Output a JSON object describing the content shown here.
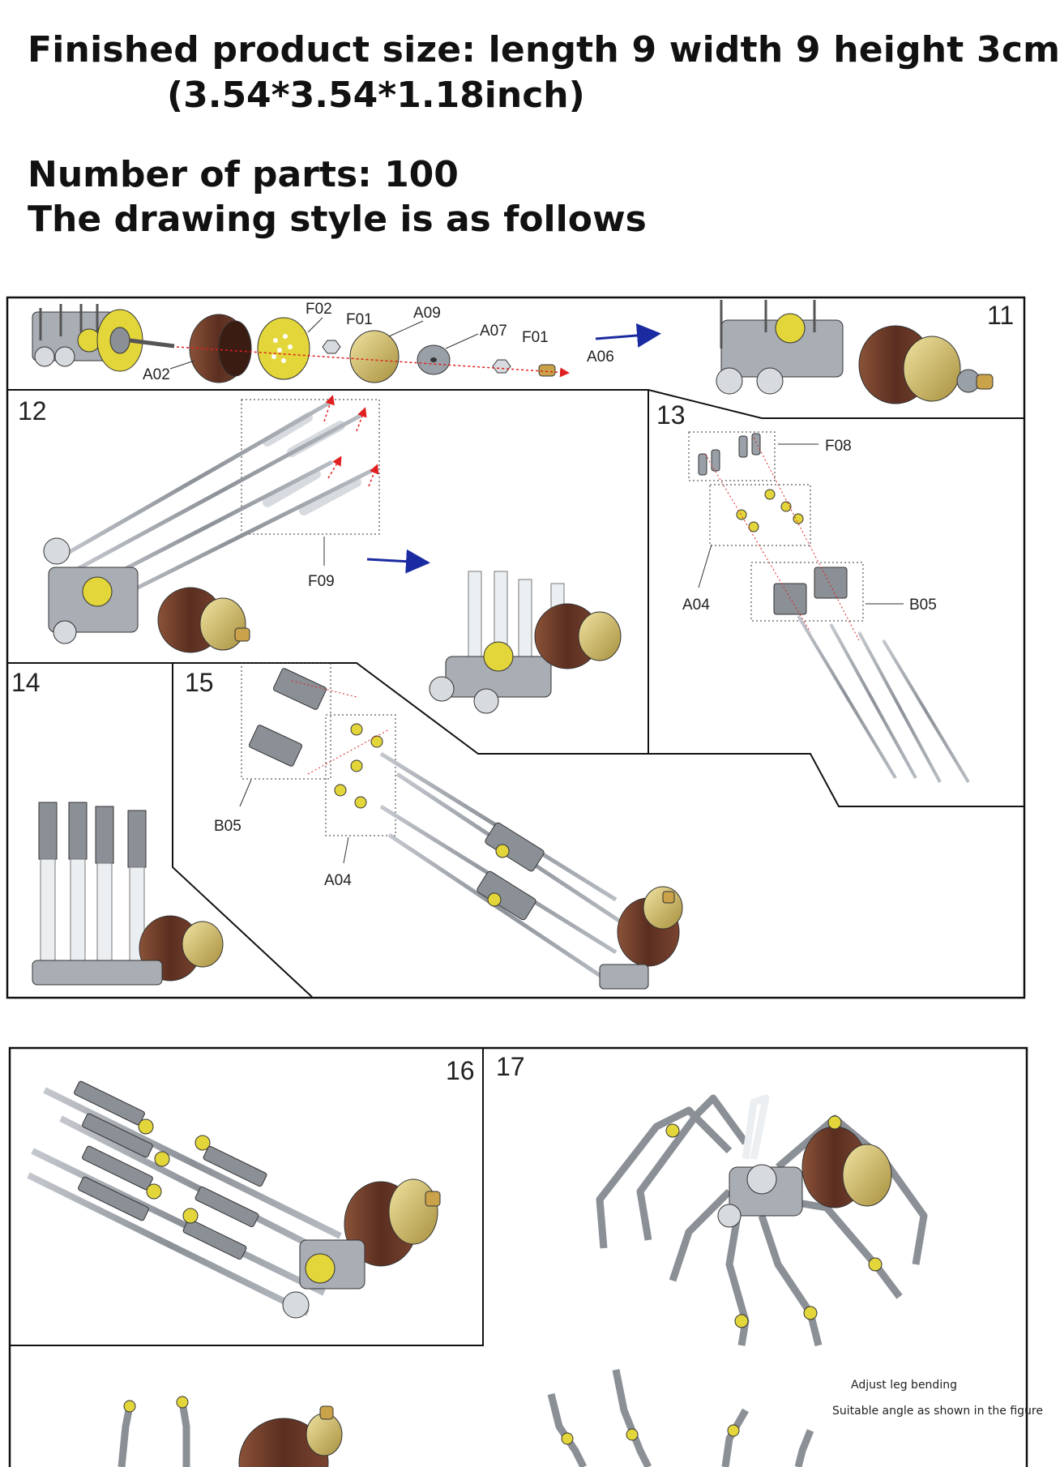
{
  "header": {
    "line1": "Finished product size: length 9 width 9 height 3cm",
    "line2": "(3.54*3.54*1.18inch)",
    "line3": "Number of parts:  100",
    "line4": "The drawing style is as follows"
  },
  "steps": {
    "s11": "11",
    "s12": "12",
    "s13": "13",
    "s14": "14",
    "s15": "15",
    "s16": "16",
    "s17": "17"
  },
  "parts": {
    "f02": "F02",
    "f01": "F01",
    "a09": "A09",
    "a07": "A07",
    "f01b": "F01",
    "a06": "A06",
    "a02": "A02",
    "f09": "F09",
    "f08": "F08",
    "a04": "A04",
    "b05": "B05",
    "b05b": "B05",
    "a04b": "A04"
  },
  "notes": {
    "adjust": "Adjust leg bending",
    "angle": "Suitable angle as shown in the figure"
  },
  "colors": {
    "frame": "#111111",
    "rod": "#9aa0a8",
    "tube": "#eceff2",
    "gold": "#c9b46a",
    "brown": "#6b3b2a",
    "yellow": "#e3d63a",
    "arrow_red": "#e02020",
    "arrow_blue": "#1a2aa0",
    "grey": "#8b8f96"
  }
}
